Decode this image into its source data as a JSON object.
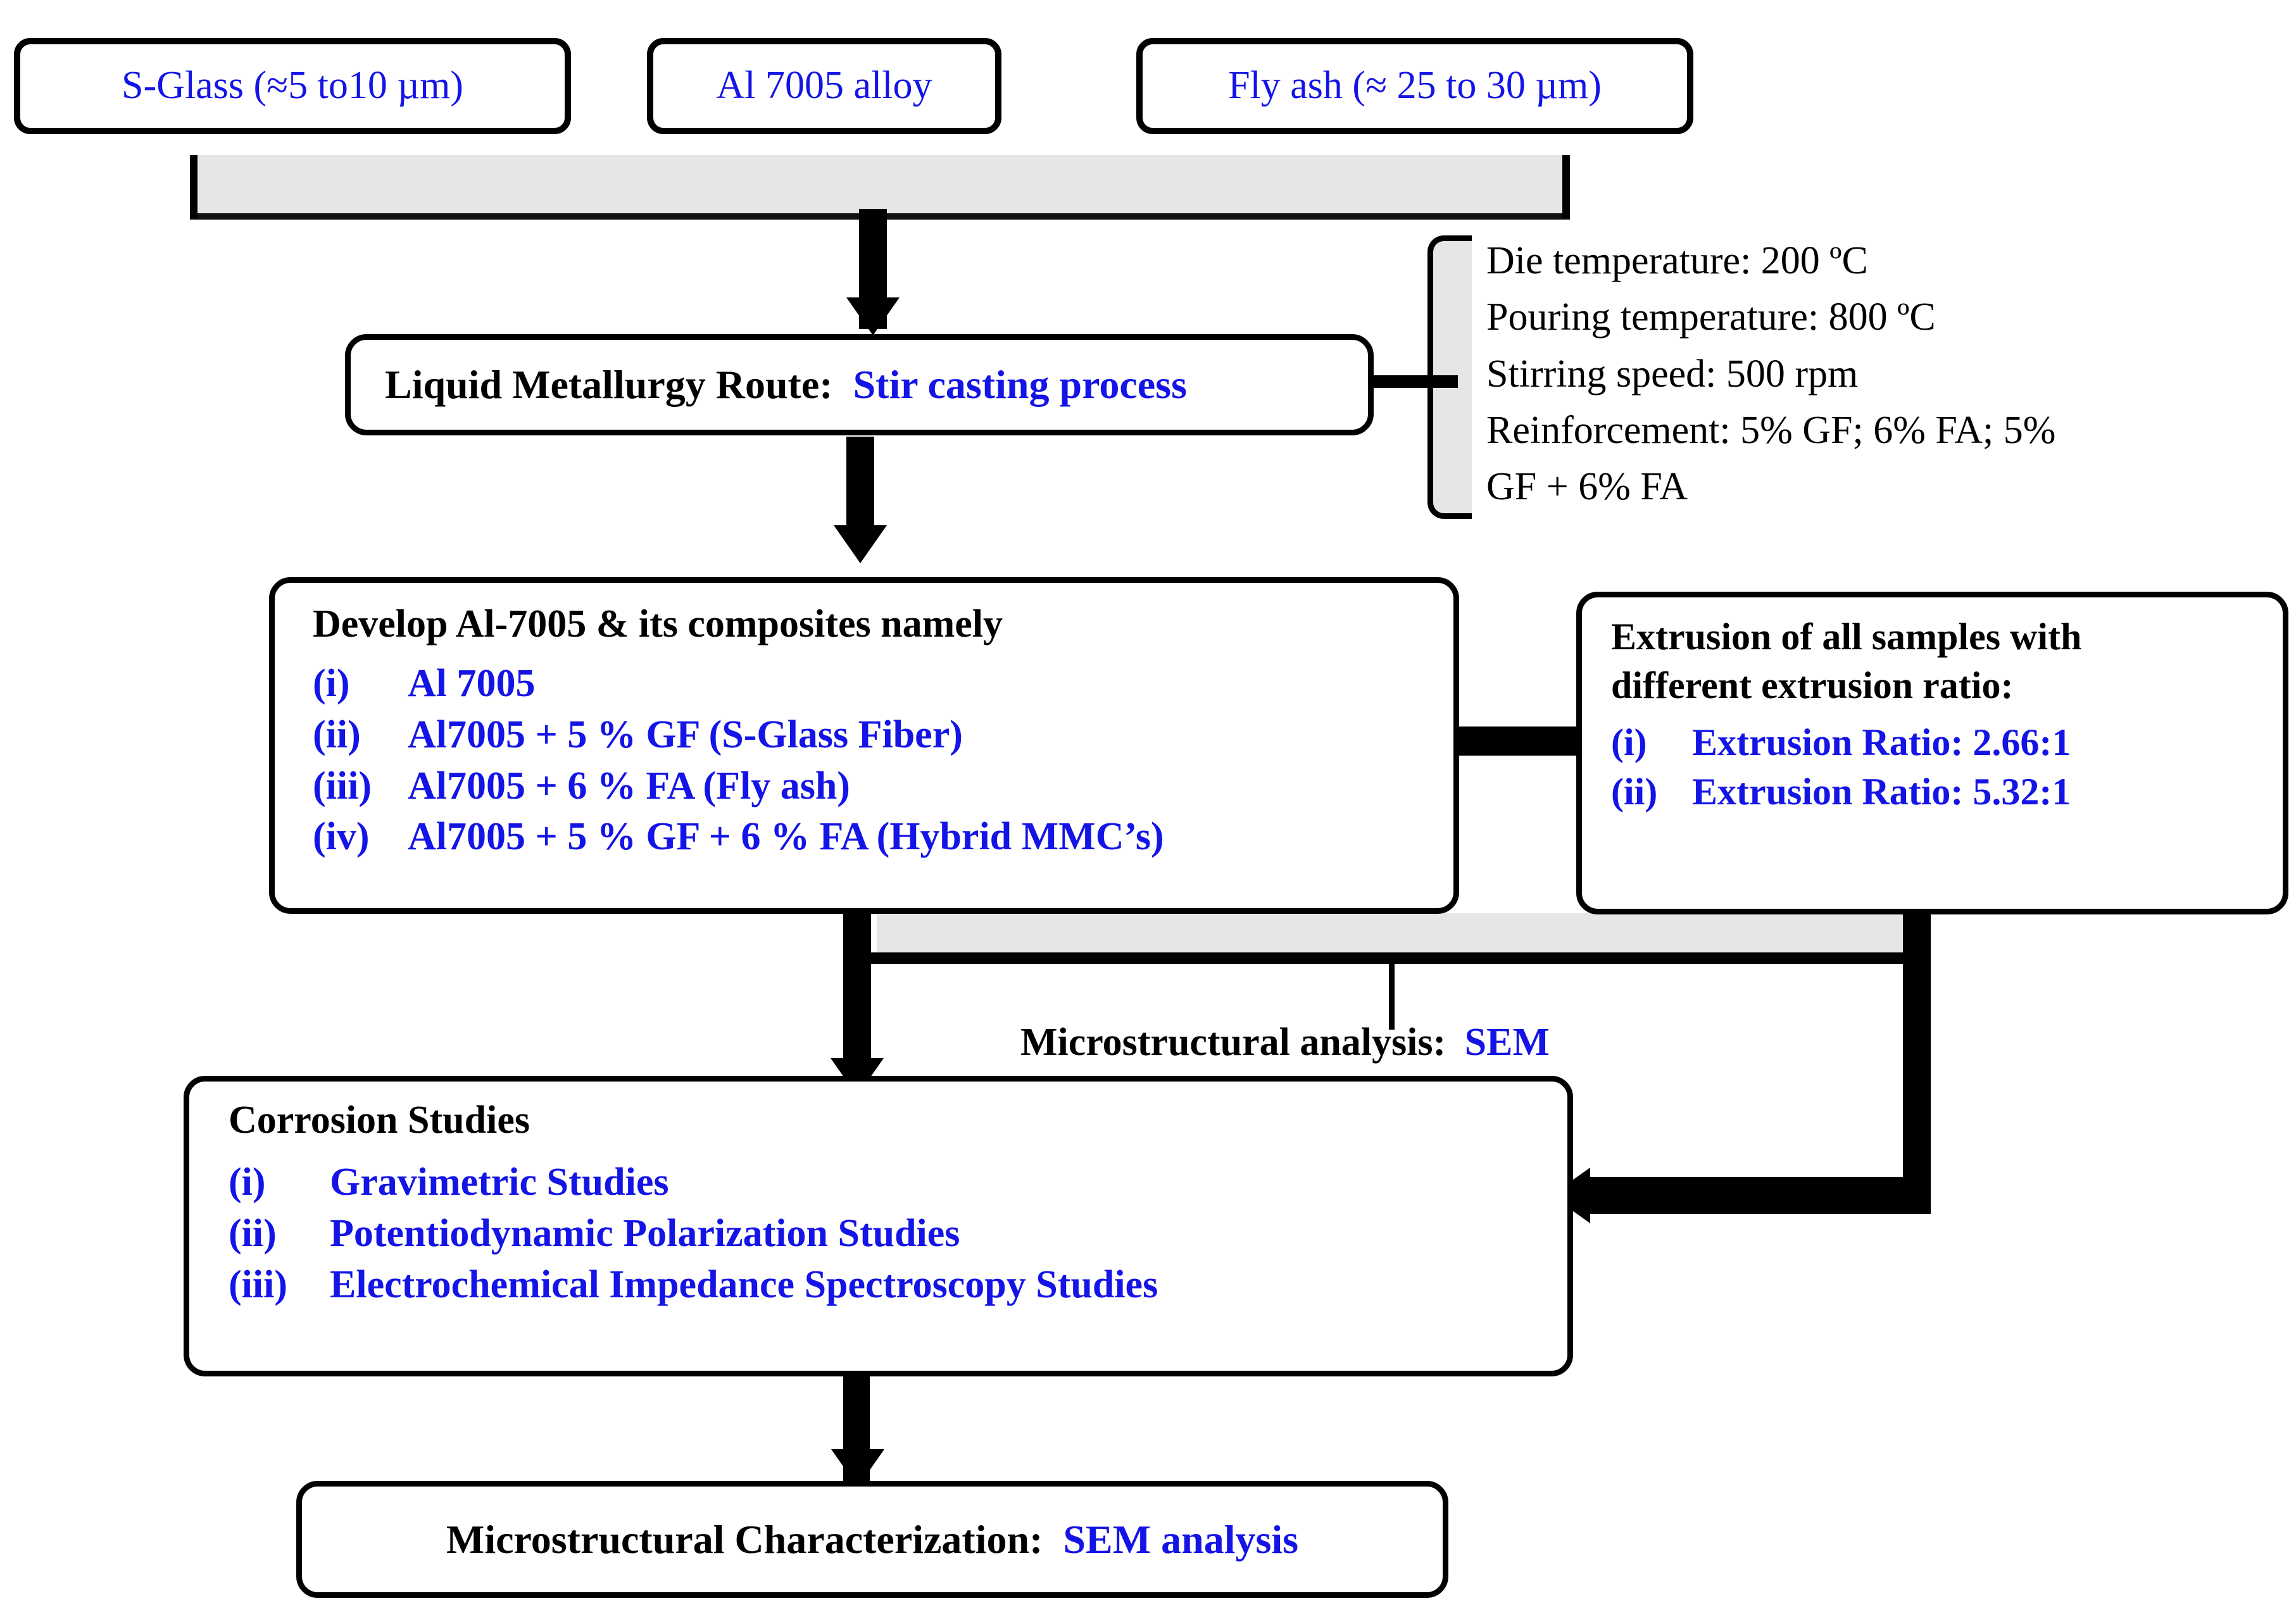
{
  "diagram": {
    "title": "Experimental methodology flowchart for Al-7005 hybrid metal matrix composites",
    "accent_blue": "#1414e6",
    "ink_black": "#000000",
    "connector_gray": "#e6e6e6"
  },
  "sources": [
    {
      "label": "S-Glass (≈5 to10 µm)"
    },
    {
      "label": "Al 7005 alloy"
    },
    {
      "label": "Fly ash (≈ 25 to 30 µm)"
    }
  ],
  "liquid_metallurgy": {
    "prefix": "Liquid  Metallurgy  Route:",
    "value": "Stir casting process"
  },
  "process_parameters": [
    "Die temperature:  200 ºC",
    "Pouring temperature:  800 ºC",
    "Stirring speed:  500 rpm",
    "Reinforcement:  5% GF; 6% FA; 5%",
    "GF + 6% FA"
  ],
  "develop": {
    "heading": "Develop Al-7005 & its composites namely",
    "items": [
      {
        "idx": "(i)",
        "text": "Al 7005"
      },
      {
        "idx": "(ii)",
        "text": "Al7005 + 5 % GF (S-Glass Fiber)"
      },
      {
        "idx": "(iii)",
        "text": "Al7005 + 6 % FA (Fly ash)"
      },
      {
        "idx": "(iv)",
        "text": "Al7005 + 5 % GF + 6 % FA (Hybrid MMC’s)"
      }
    ]
  },
  "extrusion": {
    "heading_line1": "Extrusion  of all samples with",
    "heading_line2": "different  extrusion  ratio:",
    "items": [
      {
        "idx": "(i)",
        "text": "Extrusion Ratio: 2.66:1"
      },
      {
        "idx": "(ii)",
        "text": "Extrusion Ratio: 5.32:1"
      }
    ]
  },
  "microstructural_analysis": {
    "prefix": "Microstructural  analysis:",
    "value": "SEM"
  },
  "corrosion": {
    "heading": "Corrosion  Studies",
    "items": [
      {
        "idx": "(i)",
        "text": "Gravimetric  Studies"
      },
      {
        "idx": "(ii)",
        "text": "Potentiodynamic  Polarization Studies"
      },
      {
        "idx": "(iii)",
        "text": "Electrochemical  Impedance  Spectroscopy  Studies"
      }
    ]
  },
  "characterization": {
    "prefix": "Microstructural  Characterization:",
    "value": "SEM analysis"
  }
}
